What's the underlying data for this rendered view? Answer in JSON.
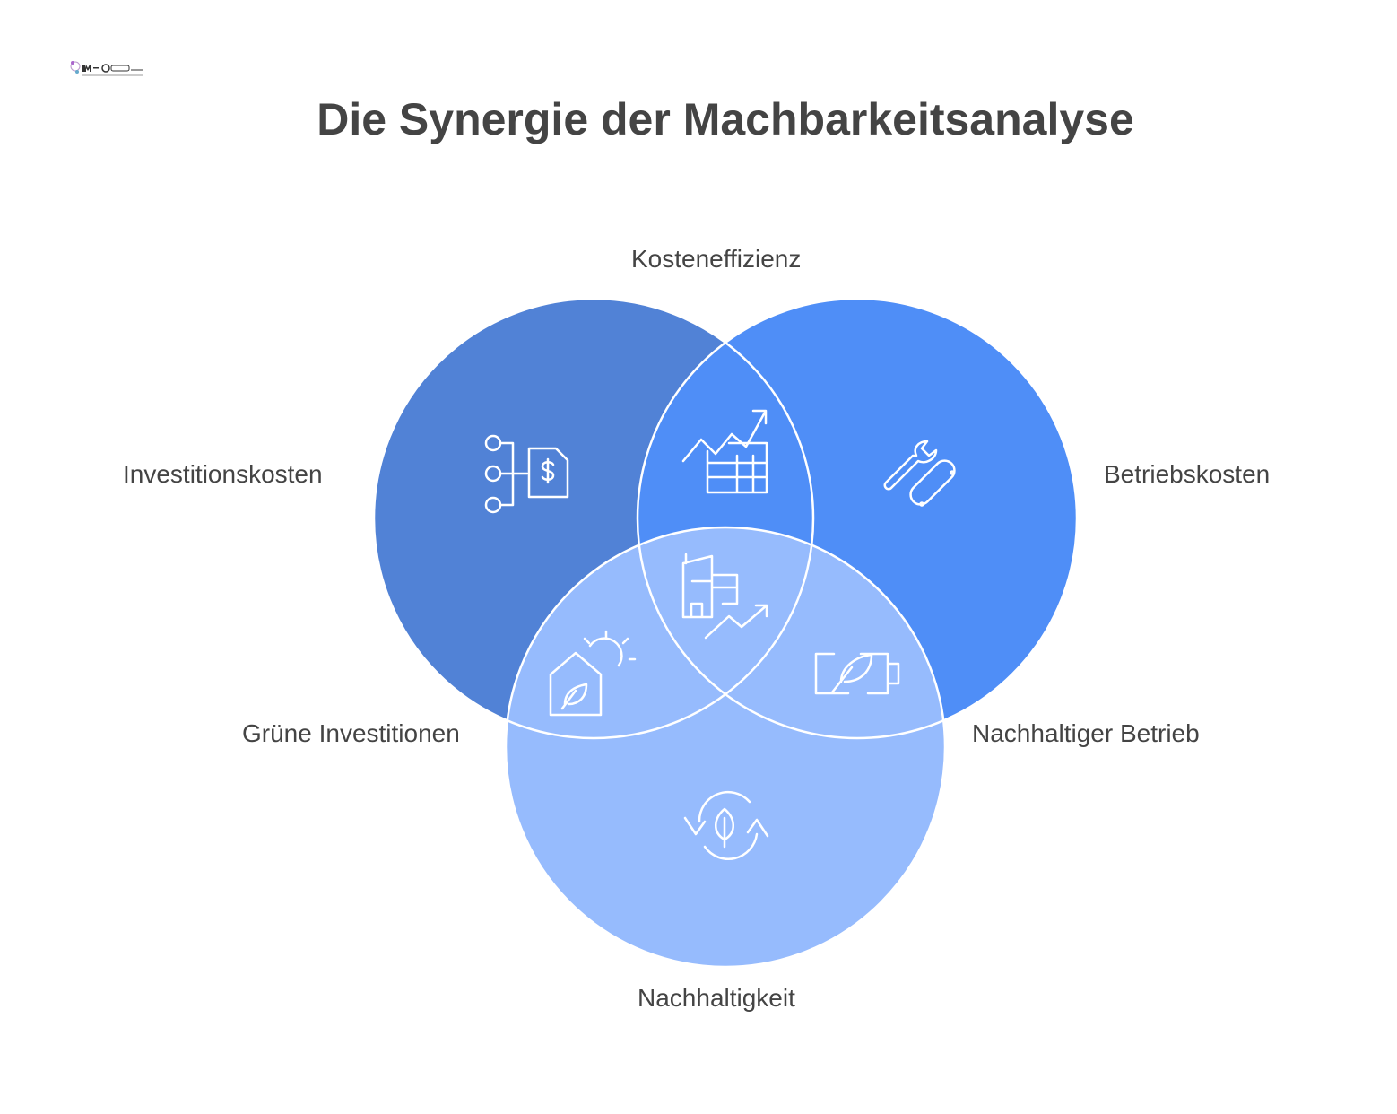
{
  "logo": {
    "text": "FM-Connect.com"
  },
  "title": "Die Synergie der Machbarkeitsanalyse",
  "sets": [
    {
      "label": "Investitionskosten",
      "color": "#5182D6",
      "icon": "budget-flow-dollar-icon"
    },
    {
      "label": "Betriebskosten",
      "color": "#4F8EF7",
      "icon": "wrench-tools-icon"
    },
    {
      "label": "Nachhaltigkeit",
      "color": "#96BBFD",
      "icon": "leaf-recycle-icon"
    }
  ],
  "intersections": [
    {
      "label": "Kosteneffizienz",
      "sets": [
        "Investitionskosten",
        "Betriebskosten"
      ],
      "icon": "chart-table-icon"
    },
    {
      "label": "Grüne Investitionen",
      "sets": [
        "Investitionskosten",
        "Nachhaltigkeit"
      ],
      "icon": "green-house-sun-icon"
    },
    {
      "label": "Nachhaltiger Betrieb",
      "sets": [
        "Betriebskosten",
        "Nachhaltigkeit"
      ],
      "icon": "leaf-battery-icon"
    },
    {
      "label": "",
      "sets": [
        "Investitionskosten",
        "Betriebskosten",
        "Nachhaltigkeit"
      ],
      "icon": "building-growth-icon"
    }
  ]
}
